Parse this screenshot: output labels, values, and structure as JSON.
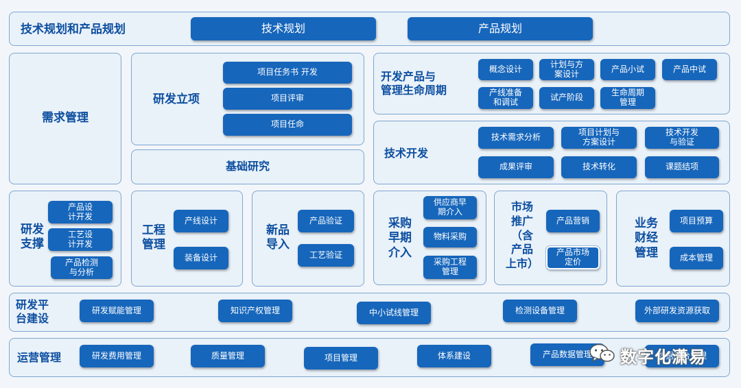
{
  "top": {
    "title": "技术规划和产品规划",
    "items": [
      "技术规划",
      "产品规划"
    ]
  },
  "demand": {
    "title": "需求管理"
  },
  "rd_project": {
    "title": "研发立项",
    "items": [
      "项目任务书 开发",
      "项目评审",
      "项目任命"
    ]
  },
  "basic_research": {
    "title": "基础研究"
  },
  "product_dev": {
    "title": "开发产品与\n管理生命周期",
    "items": [
      "概念设计",
      "计划与方\n案设计",
      "产品小试",
      "产品中试",
      "产线准备\n和调试",
      "试产阶段",
      "生命周期\n管理"
    ]
  },
  "tech_dev": {
    "title": "技术开发",
    "items": [
      "技术需求分析",
      "项目计划与\n方案设计",
      "技术开发\n与验证",
      "成果评审",
      "技术转化",
      "课题结项"
    ]
  },
  "rd_support": {
    "title": "研发\n支撑",
    "items": [
      "产品设\n计开发",
      "工艺设\n计开发",
      "产品检测\n与分析"
    ]
  },
  "engineering": {
    "title": "工程\n管理",
    "items": [
      "产线设计",
      "装备设计"
    ]
  },
  "new_product": {
    "title": "新品\n导入",
    "items": [
      "产品验证",
      "工艺验证"
    ]
  },
  "procurement": {
    "title": "采购\n早期\n介入",
    "items": [
      "供应商早\n期介入",
      "物料采购",
      "采购工程\n管理"
    ]
  },
  "market": {
    "title": "市场\n推广\n（含\n产品\n上市）",
    "items": [
      "产品营销",
      "产品市场\n定价"
    ]
  },
  "finance": {
    "title": "业务\n财经\n管理",
    "items": [
      "项目预算",
      "成本管理"
    ]
  },
  "platform": {
    "title": "研发平\n台建设",
    "items": [
      "研发赋能管理",
      "知识产权管理",
      "中小试线管理",
      "检测设备管理",
      "外部研发资源获取"
    ]
  },
  "operations": {
    "title": "运营管理",
    "items": [
      "研发费用管理",
      "质量管理",
      "项目管理",
      "体系建设",
      "产品数据管理",
      "数据平台管理"
    ]
  },
  "watermark": {
    "text": "数字化潇易",
    "icon": "wechat-icon"
  },
  "colors": {
    "button": "#1666bb",
    "panel": "#e9f1f9",
    "border": "#7ea6cf",
    "title": "#0d4fa0"
  }
}
